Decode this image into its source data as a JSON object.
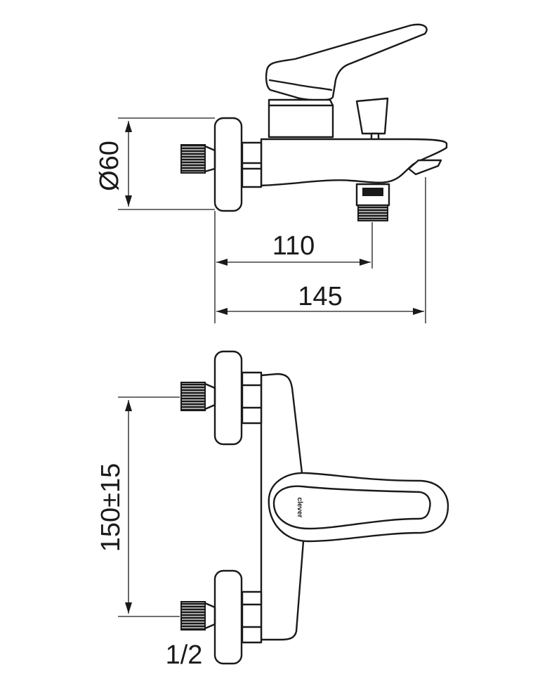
{
  "dimensions": {
    "diameter": "Ø60",
    "depth_to_outlet": "110",
    "total_depth": "145",
    "inlet_spacing": "150±15",
    "thread_size": "1/2"
  },
  "brand": "clever",
  "colors": {
    "line": "#1a1a1a",
    "background": "#ffffff"
  }
}
